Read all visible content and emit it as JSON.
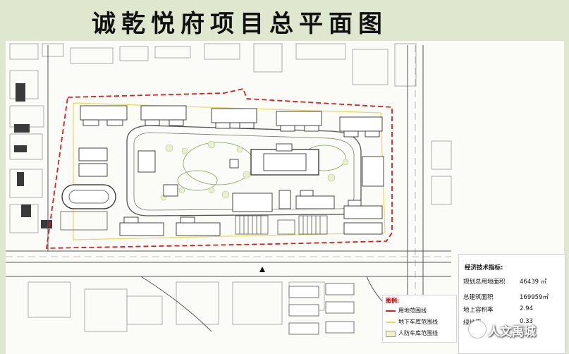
{
  "title": "诚乾悦府项目总平面图",
  "colors": {
    "boundary_line": "#d62020",
    "garage_line": "#e8d85a",
    "civil_defense_fill": "#f3f1c8",
    "background": "#dfe7cf"
  },
  "tech_table": {
    "title": "经济技术指标:",
    "rows": [
      {
        "label": "规划总用地面积",
        "value": "46439 ㎡"
      },
      {
        "label": "总建筑面积",
        "value": "169959㎡"
      },
      {
        "label": "地上容积率",
        "value": "2.94"
      },
      {
        "label": "绿地率",
        "value": "0.33"
      }
    ]
  },
  "legend": {
    "title": "图例:",
    "items": [
      {
        "label": "用地范围线"
      },
      {
        "label": "地下车库范围线"
      },
      {
        "label": "人防车库范围线"
      }
    ]
  },
  "watermark": {
    "text": "人文禹城",
    "icon": "wechat-icon"
  }
}
